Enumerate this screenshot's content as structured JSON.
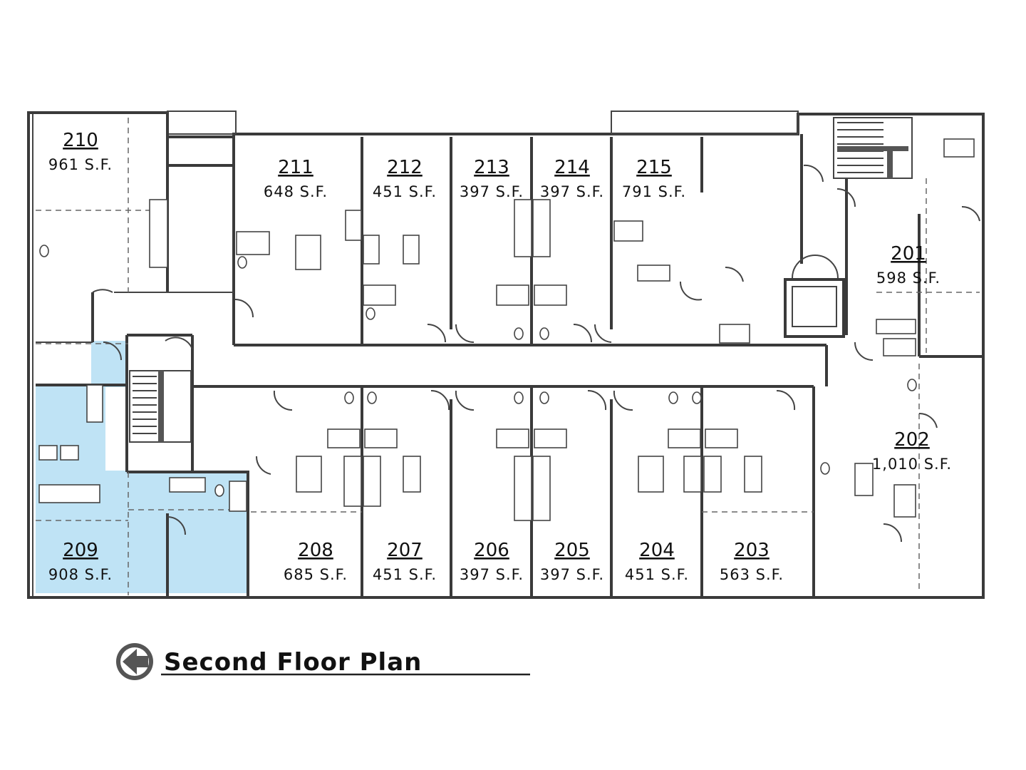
{
  "title": "Second Floor Plan",
  "highlight_color": "#bfe3f5",
  "units": {
    "u201": {
      "number": "201",
      "area": "598 S.F."
    },
    "u202": {
      "number": "202",
      "area": "1,010 S.F."
    },
    "u203": {
      "number": "203",
      "area": "563 S.F."
    },
    "u204": {
      "number": "204",
      "area": "451 S.F."
    },
    "u205": {
      "number": "205",
      "area": "397 S.F."
    },
    "u206": {
      "number": "206",
      "area": "397 S.F."
    },
    "u207": {
      "number": "207",
      "area": "451 S.F."
    },
    "u208": {
      "number": "208",
      "area": "685 S.F."
    },
    "u209": {
      "number": "209",
      "area": "908 S.F."
    },
    "u210": {
      "number": "210",
      "area": "961 S.F."
    },
    "u211": {
      "number": "211",
      "area": "648 S.F."
    },
    "u212": {
      "number": "212",
      "area": "451 S.F."
    },
    "u213": {
      "number": "213",
      "area": "397 S.F."
    },
    "u214": {
      "number": "214",
      "area": "397 S.F."
    },
    "u215": {
      "number": "215",
      "area": "791 S.F."
    }
  },
  "icons": {
    "north_arrow": "arrow-left-circle-icon"
  }
}
